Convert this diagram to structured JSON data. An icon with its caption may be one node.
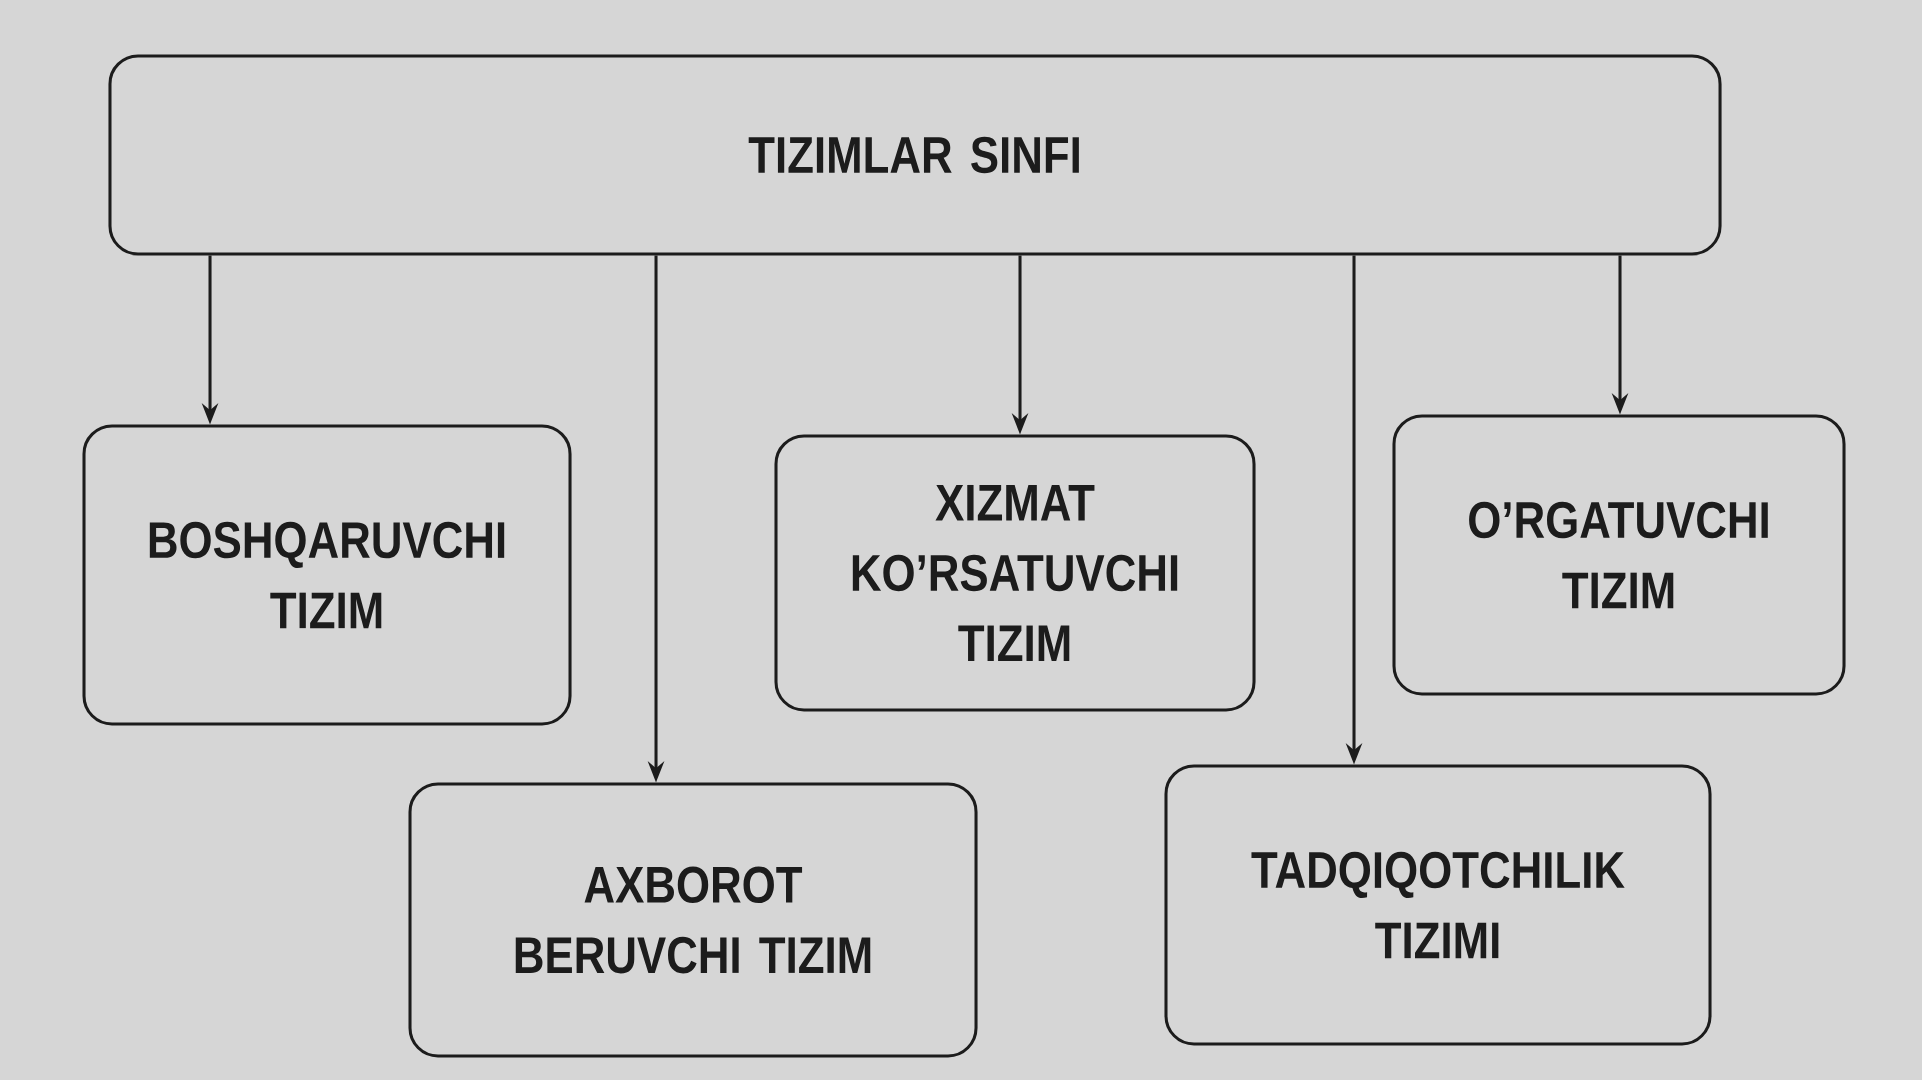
{
  "diagram": {
    "nodes": [
      {
        "text": [
          "TIZIMLAR SINFI"
        ]
      },
      {
        "text": [
          "BOSHQARUVCHI TIZIM"
        ]
      },
      {
        "text": [
          "AXBOROT BERUVCHI TIZIM"
        ]
      },
      {
        "text": [
          "XIZMAT KO’RSATUVCHI TIZIM"
        ]
      },
      {
        "text": [
          "TADQIQOTCHILIK TIZIMI"
        ]
      },
      {
        "text": [
          "O’RGATUVCHI TIZIM"
        ]
      }
    ],
    "edges": [
      {
        "from": 0,
        "to": 1,
        "arrow": "to"
      },
      {
        "from": 0,
        "to": 2,
        "arrow": "to"
      },
      {
        "from": 0,
        "to": 3,
        "arrow": "to"
      },
      {
        "from": 0,
        "to": 4,
        "arrow": "to"
      },
      {
        "from": 0,
        "to": 5,
        "arrow": "to"
      }
    ]
  }
}
